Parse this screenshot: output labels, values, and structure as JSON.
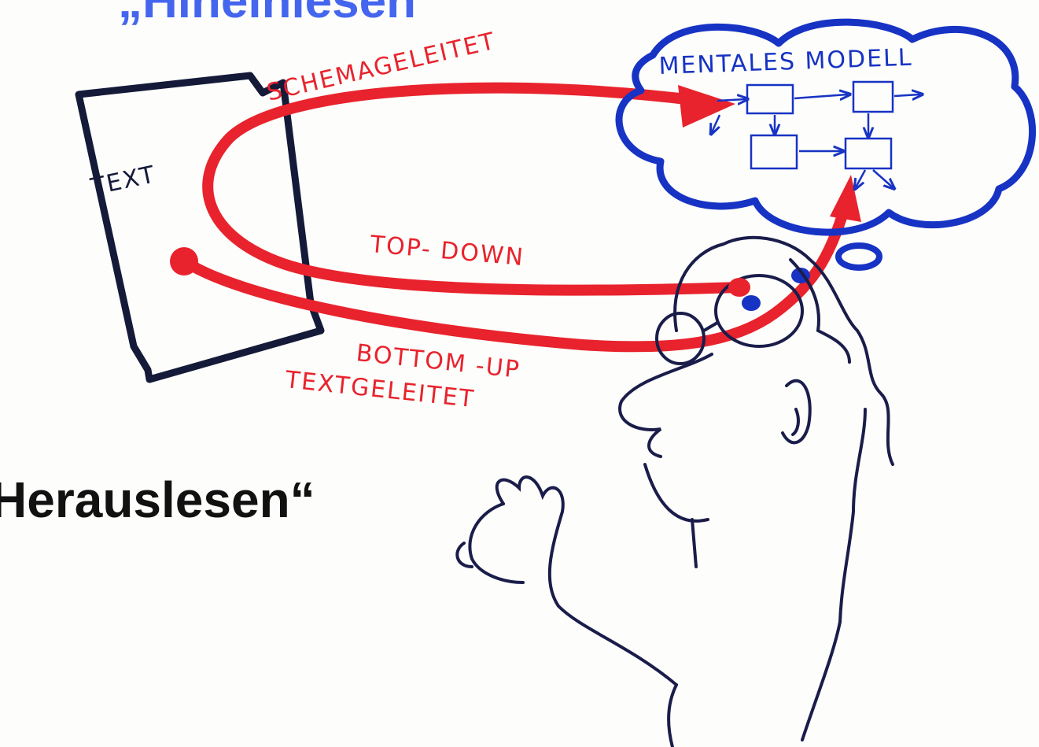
{
  "title_top": "„Hineinlesen",
  "title_left": "Herauslesen“",
  "labels": {
    "text_box": "TEXT",
    "schemageleitet": "SCHEMAGELEITET",
    "mentales_modell": "MENTALES MODELL",
    "top_down": "TOP- DOWN",
    "bottom_up": "BOTTOM -UP",
    "textgeleitet": "TEXTGELEITET"
  },
  "colors": {
    "red_arrow": "#e8232d",
    "blue_cloud": "#1733c4",
    "box_outline": "#141a38",
    "title_top": "#4466ee",
    "title_left": "#111111"
  },
  "icons": [
    "text-document-icon",
    "thought-cloud-icon",
    "reader-figure-icon"
  ]
}
